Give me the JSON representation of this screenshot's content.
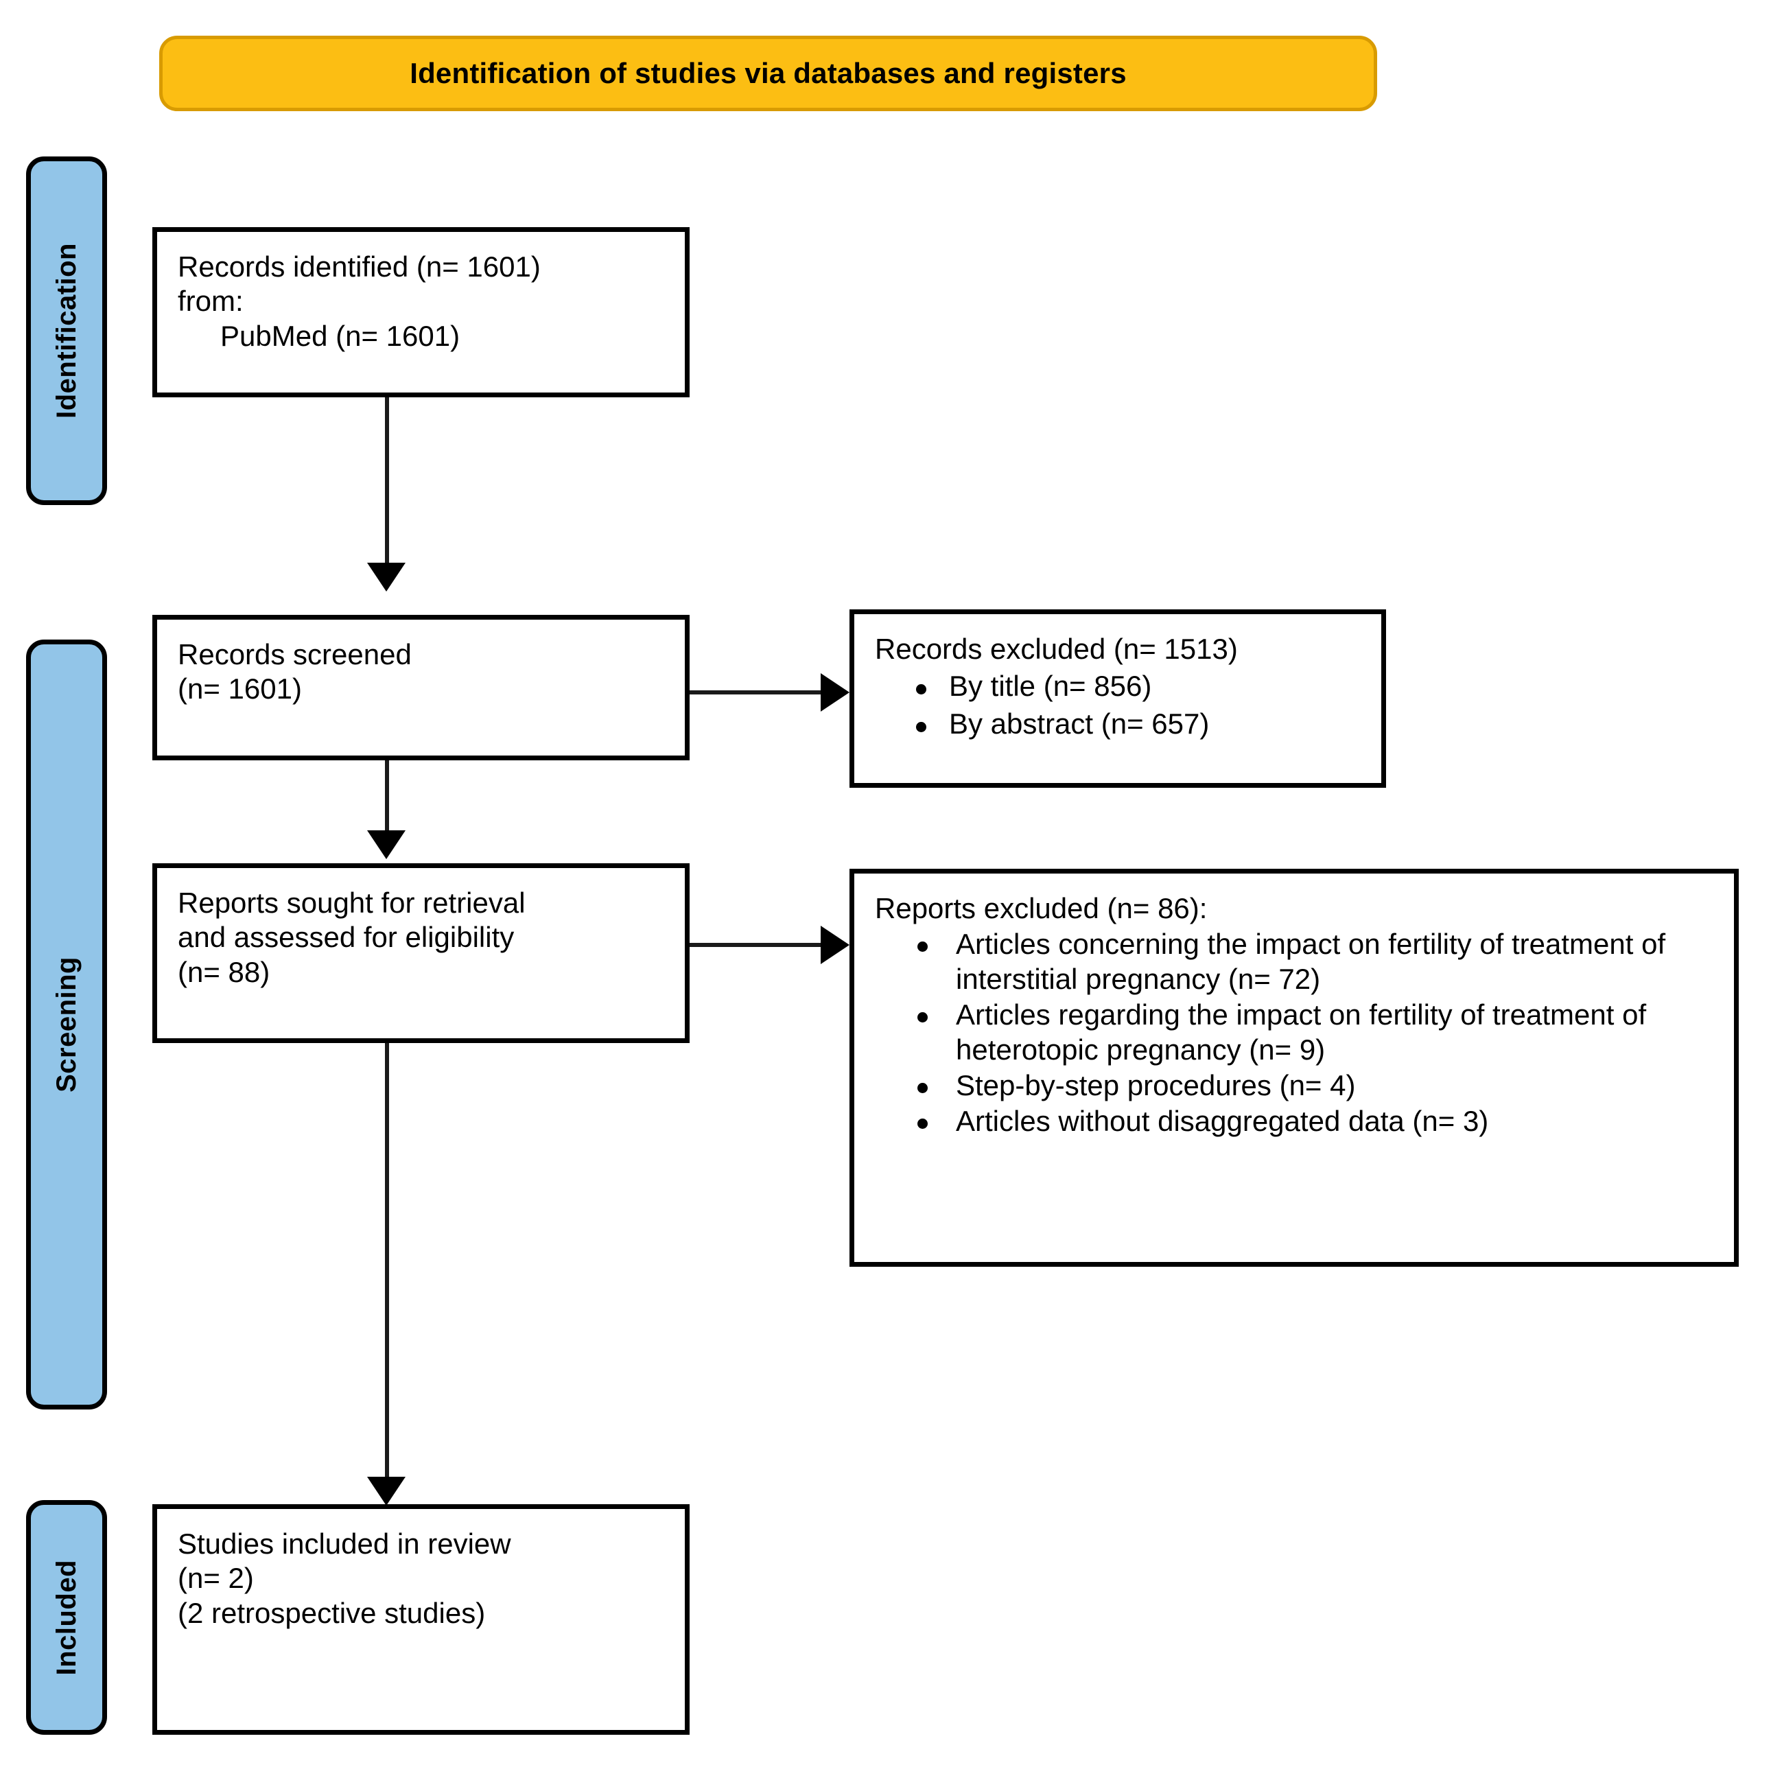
{
  "banner": {
    "title": "Identification of studies via databases and registers",
    "fill_color": "#FCBE13",
    "border_color": "#D89B02"
  },
  "stages": {
    "identification": "Identification",
    "screening": "Screening",
    "included": "Included",
    "fill_color": "#92C5E8",
    "border_color": "#000000"
  },
  "boxes": {
    "identified": {
      "line1": "Records identified (n= 1601)",
      "line2": "from:",
      "line3": "PubMed (n= 1601)"
    },
    "screened": {
      "line1": "Records screened",
      "line2": "(n= 1601)"
    },
    "records_excluded": {
      "heading": "Records excluded (n= 1513)",
      "bullets": [
        "By title (n= 856)",
        "By abstract (n= 657)"
      ]
    },
    "sought": {
      "line1": "Reports sought for retrieval",
      "line2": "and assessed for eligibility",
      "line3": "(n= 88)"
    },
    "reports_excluded": {
      "heading": "Reports excluded (n= 86):",
      "bullets": [
        "Articles concerning the impact on fertility of treatment of interstitial pregnancy (n= 72)",
        "Articles regarding the impact on fertility of treatment of heterotopic pregnancy (n= 9)",
        "Step-by-step procedures (n= 4)",
        "Articles without disaggregated data (n= 3)"
      ]
    },
    "included": {
      "line1": "Studies included in review",
      "line2": "(n= 2)",
      "line3": "(2 retrospective studies)"
    }
  },
  "flow_data": {
    "type": "prisma-flow",
    "records_identified": 1601,
    "sources": [
      {
        "name": "PubMed",
        "n": 1601
      }
    ],
    "records_screened": 1601,
    "records_excluded_total": 1513,
    "records_excluded_reasons": [
      {
        "reason": "By title",
        "n": 856
      },
      {
        "reason": "By abstract",
        "n": 657
      }
    ],
    "reports_sought_and_assessed": 88,
    "reports_excluded_total": 86,
    "reports_excluded_reasons": [
      {
        "reason": "Articles concerning the impact on fertility of treatment of interstitial pregnancy",
        "n": 72
      },
      {
        "reason": "Articles regarding the impact on fertility of treatment of heterotopic pregnancy",
        "n": 9
      },
      {
        "reason": "Step-by-step procedures",
        "n": 4
      },
      {
        "reason": "Articles without disaggregated data",
        "n": 3
      }
    ],
    "studies_included": 2,
    "studies_included_note": "2 retrospective studies"
  }
}
